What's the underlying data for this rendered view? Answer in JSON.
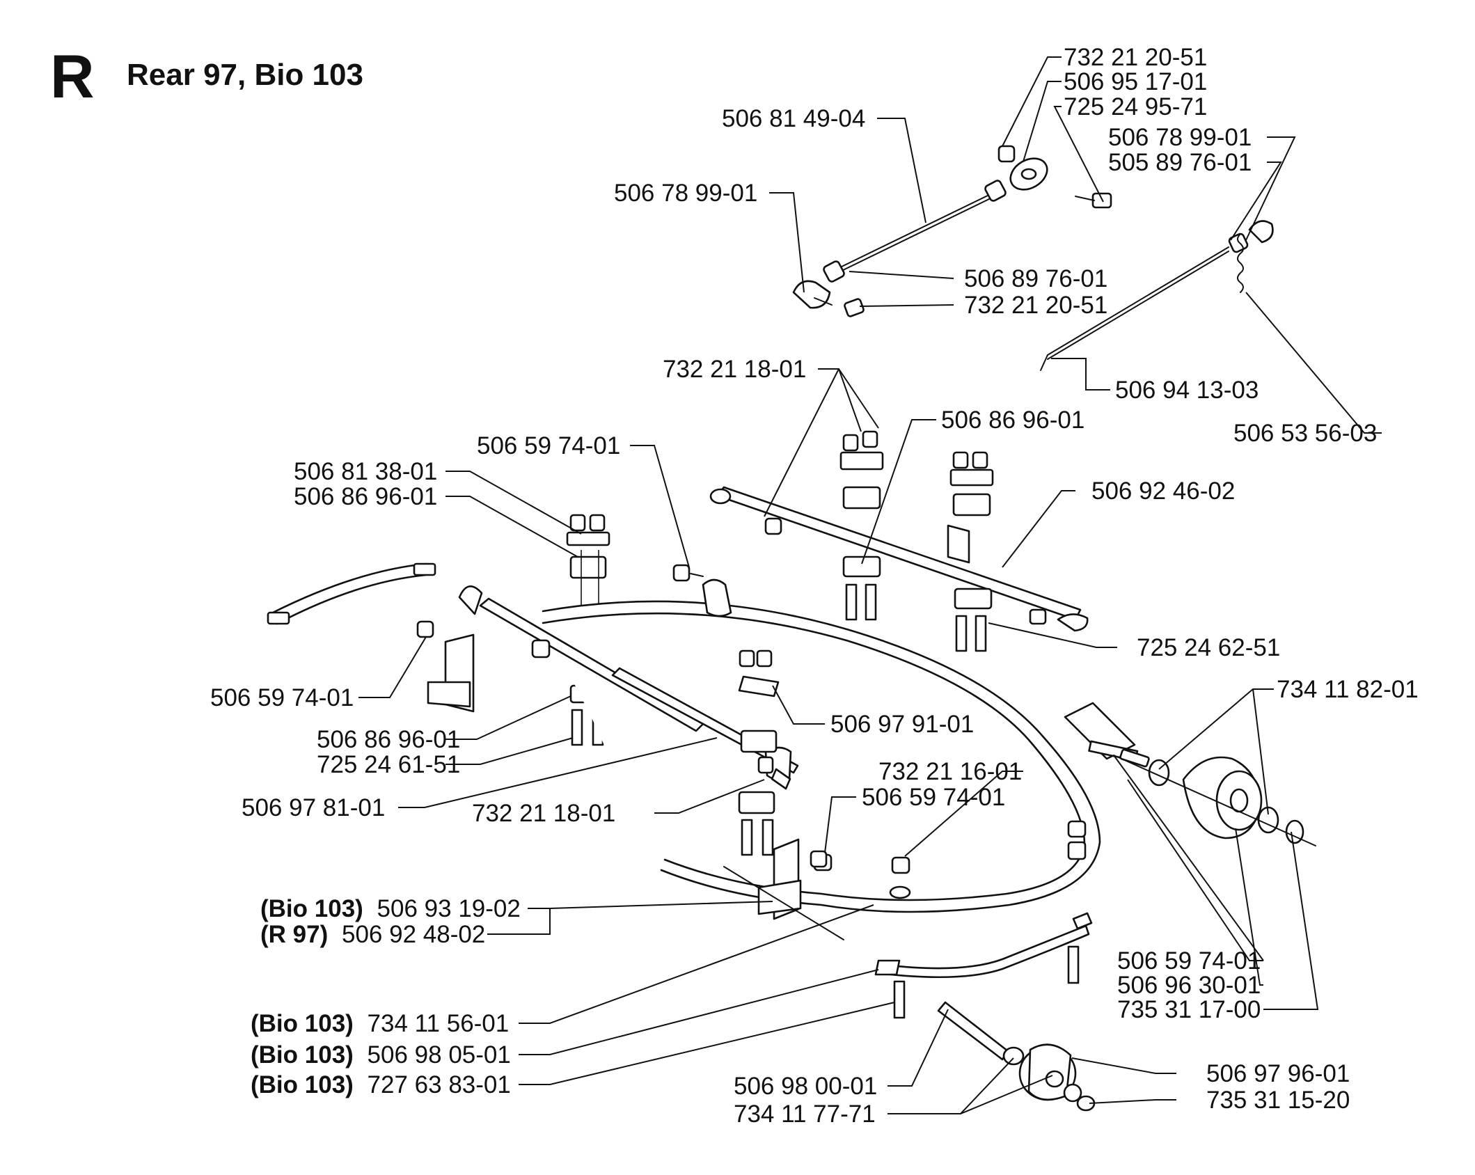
{
  "header": {
    "letter": "R",
    "title": "Rear 97, Bio 103"
  },
  "callouts": [
    {
      "id": "c1",
      "prefix": "",
      "part": "732 21 20-51"
    },
    {
      "id": "c2",
      "prefix": "",
      "part": "506 95 17-01"
    },
    {
      "id": "c3",
      "prefix": "",
      "part": "725 24 95-71"
    },
    {
      "id": "c4",
      "prefix": "",
      "part": "506 81 49-04"
    },
    {
      "id": "c5",
      "prefix": "",
      "part": "506 78 99-01"
    },
    {
      "id": "c6",
      "prefix": "",
      "part": "505 89 76-01"
    },
    {
      "id": "c7",
      "prefix": "",
      "part": "506 78 99-01"
    },
    {
      "id": "c8",
      "prefix": "",
      "part": "506 89 76-01"
    },
    {
      "id": "c9",
      "prefix": "",
      "part": "732 21 20-51"
    },
    {
      "id": "c10",
      "prefix": "",
      "part": "506 94 13-03"
    },
    {
      "id": "c11",
      "prefix": "",
      "part": "506 53 56-03"
    },
    {
      "id": "c12",
      "prefix": "",
      "part": "732 21 18-01"
    },
    {
      "id": "c13",
      "prefix": "",
      "part": "506 86 96-01"
    },
    {
      "id": "c14",
      "prefix": "",
      "part": "506 59 74-01"
    },
    {
      "id": "c15",
      "prefix": "",
      "part": "506 81 38-01"
    },
    {
      "id": "c16",
      "prefix": "",
      "part": "506 86 96-01"
    },
    {
      "id": "c17",
      "prefix": "",
      "part": "506 92 46-02"
    },
    {
      "id": "c18",
      "prefix": "",
      "part": "725 24 62-51"
    },
    {
      "id": "c19",
      "prefix": "",
      "part": "734 11 82-01"
    },
    {
      "id": "c20",
      "prefix": "",
      "part": "506 59 74-01"
    },
    {
      "id": "c21",
      "prefix": "",
      "part": "506 97 91-01"
    },
    {
      "id": "c22",
      "prefix": "",
      "part": "506 86 96-01"
    },
    {
      "id": "c23",
      "prefix": "",
      "part": "725 24 61-51"
    },
    {
      "id": "c24",
      "prefix": "",
      "part": "732 21 16-01"
    },
    {
      "id": "c25",
      "prefix": "",
      "part": "506 59 74-01"
    },
    {
      "id": "c26",
      "prefix": "",
      "part": "506 97 81-01"
    },
    {
      "id": "c27",
      "prefix": "",
      "part": "732 21 18-01"
    },
    {
      "id": "c28",
      "prefix": "(Bio 103)",
      "part": "506 93 19-02"
    },
    {
      "id": "c29",
      "prefix": "(R 97)",
      "part": "506 92 48-02"
    },
    {
      "id": "c30",
      "prefix": "",
      "part": "506 59 74-01"
    },
    {
      "id": "c31",
      "prefix": "",
      "part": "506 96 30-01"
    },
    {
      "id": "c32",
      "prefix": "",
      "part": "735 31 17-00"
    },
    {
      "id": "c33",
      "prefix": "(Bio 103)",
      "part": "734 11 56-01"
    },
    {
      "id": "c34",
      "prefix": "(Bio 103)",
      "part": "506 98 05-01"
    },
    {
      "id": "c35",
      "prefix": "(Bio 103)",
      "part": "727 63 83-01"
    },
    {
      "id": "c36",
      "prefix": "",
      "part": "506 97 96-01"
    },
    {
      "id": "c37",
      "prefix": "",
      "part": "506 98 00-01"
    },
    {
      "id": "c38",
      "prefix": "",
      "part": "735 31 15-20"
    },
    {
      "id": "c39",
      "prefix": "",
      "part": "734 11 77-71"
    }
  ]
}
